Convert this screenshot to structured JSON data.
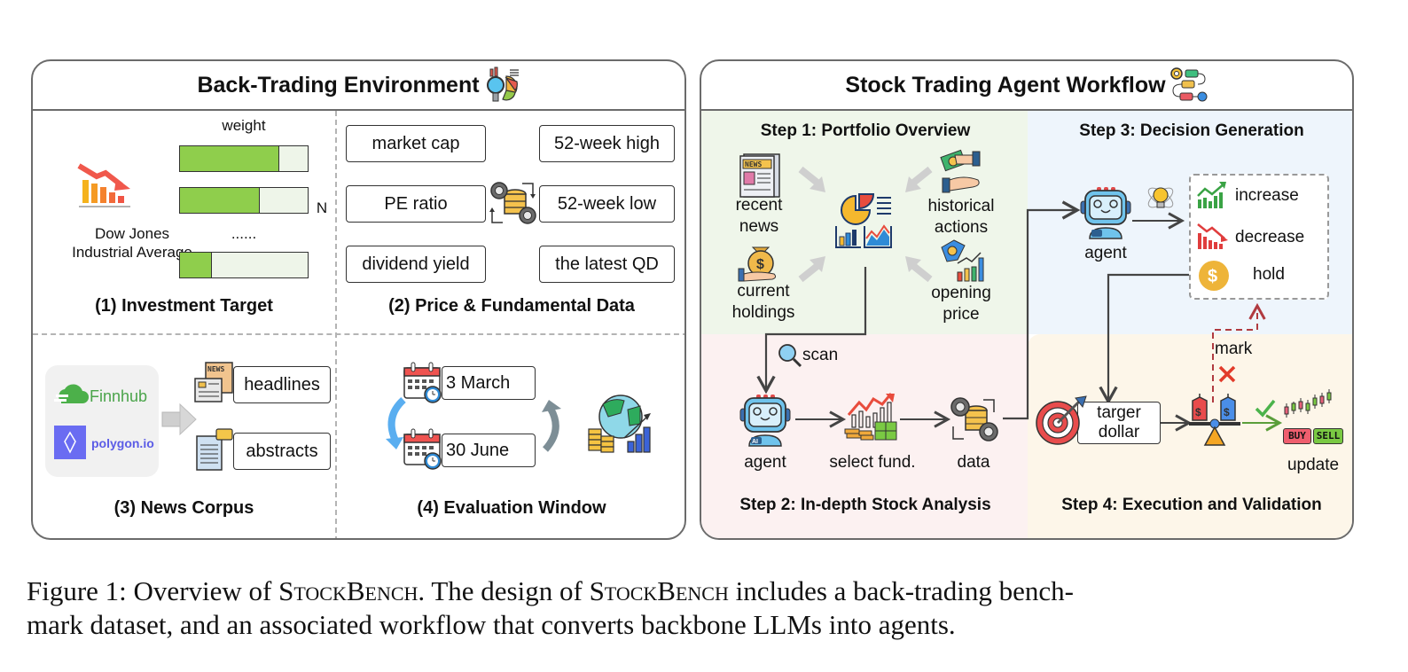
{
  "left_panel": {
    "title": "Back-Trading Environment",
    "title_icon": "analytics-magnifier-icon",
    "sections": {
      "investment_target": {
        "caption": "(1)  Investment Target",
        "index_name_line1": "Dow Jones",
        "index_name_line2": "Industrial Average",
        "weight_label": "weight",
        "n_label": "N",
        "ellipsis": "......",
        "weights": [
          0.77,
          0.62,
          0.24
        ]
      },
      "price_fundamental": {
        "caption": "(2)  Price & Fundamental Data",
        "items": [
          "market cap",
          "52-week high",
          "PE ratio",
          "52-week low",
          "dividend yield",
          "the latest QD"
        ]
      },
      "news_corpus": {
        "caption": "(3)  News Corpus",
        "sources": [
          "Finnhub",
          "polygon.io"
        ],
        "outputs": [
          "headlines",
          "abstracts"
        ],
        "news_badge": "NEWS"
      },
      "evaluation_window": {
        "caption": "(4)  Evaluation Window",
        "start_date": "3 March",
        "end_date": "30 June"
      }
    }
  },
  "right_panel": {
    "title": "Stock Trading Agent Workflow",
    "title_icon": "workflow-icon",
    "step1": {
      "caption": "Step 1: Portfolio Overview",
      "inputs": {
        "recent_news": [
          "recent",
          "news"
        ],
        "current_holdings": [
          "current",
          "holdings"
        ],
        "historical_actions": [
          "historical",
          "actions"
        ],
        "opening_price": [
          "opening",
          "price"
        ]
      },
      "news_badge": "NEWS"
    },
    "step2": {
      "caption": "Step 2: In-depth Stock Analysis",
      "scan_label": "scan",
      "nodes": [
        "agent",
        "select fund.",
        "data"
      ]
    },
    "step3": {
      "caption": "Step 3: Decision Generation",
      "agent_label": "agent",
      "ai_badge": "AI",
      "decisions": [
        "increase",
        "decrease",
        "hold"
      ]
    },
    "step4": {
      "caption": "Step 4: Execution and Validation",
      "target_line1": "targer",
      "target_line2": "dollar",
      "mark_label": "mark",
      "update_label": "update",
      "buy_label": "BUY",
      "sell_label": "SELL"
    },
    "colors": {
      "step1_bg": "#eff6ea",
      "step2_bg": "#fcf1f1",
      "step3_bg": "#eef5fc",
      "step4_bg": "#fdf6e9"
    }
  },
  "caption": {
    "prefix": "Figure 1: Overview of ",
    "name1": "StockBench",
    "middle": ". The design of ",
    "name2": "StockBench",
    "suffix": " includes a back-trading bench-",
    "line2": "mark dataset, and an associated workflow that converts backbone LLMs into agents."
  }
}
